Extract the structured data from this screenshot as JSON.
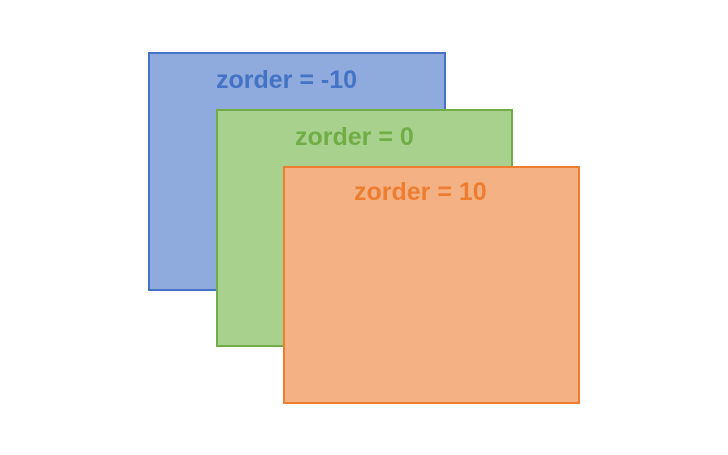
{
  "panels": [
    {
      "id": "back",
      "label": "zorder = -10",
      "fill": "#8faadc",
      "border": "#4472c4",
      "text_color": "#4472c4"
    },
    {
      "id": "middle",
      "label": "zorder = 0",
      "fill": "#a9d18e",
      "border": "#70ad47",
      "text_color": "#70ad47"
    },
    {
      "id": "front",
      "label": "zorder = 10",
      "fill": "#f4b183",
      "border": "#ed7d31",
      "text_color": "#ed7d31"
    }
  ]
}
